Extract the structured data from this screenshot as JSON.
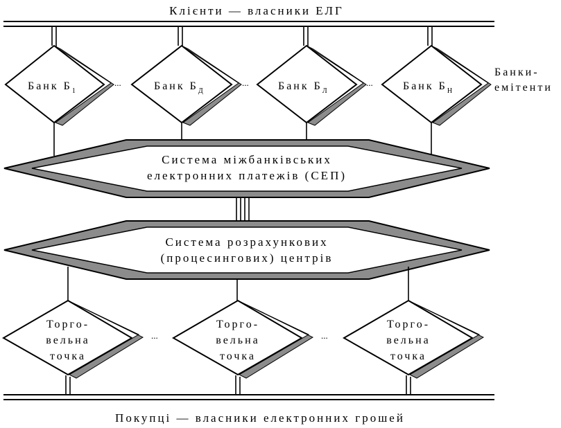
{
  "top_bus_label": "Клієнти — власники ЕЛГ",
  "bottom_bus_label": "Покупці — власники електронних грошей",
  "issuers_label_1": "Банки-",
  "issuers_label_2": "емітенти",
  "banks": [
    {
      "prefix": "Банк Б",
      "sub": "1"
    },
    {
      "prefix": "Банк Б",
      "sub": "Д"
    },
    {
      "prefix": "Банк Б",
      "sub": "Л"
    },
    {
      "prefix": "Банк Б",
      "sub": "Н"
    }
  ],
  "ellipsis": "...",
  "sep": {
    "line1": "Система міжбанківських",
    "line2": "електронних платежів (СЕП)"
  },
  "processing": {
    "line1": "Система розрахункових",
    "line2": "(процесингових) центрів"
  },
  "merchant": {
    "line1": "Торго-",
    "line2": "вельна",
    "line3": "точка"
  },
  "colors": {
    "ink": "#000000",
    "shadow": "#8c8c8c",
    "paper": "#ffffff"
  }
}
